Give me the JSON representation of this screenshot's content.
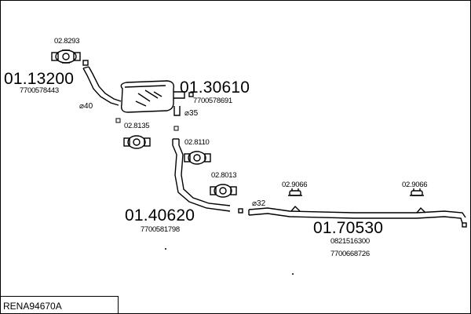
{
  "diagram": {
    "title": "RENA94670A",
    "parts": [
      {
        "code": "01.13200",
        "ref": "7700578443"
      },
      {
        "code": "01.30610",
        "ref": "7700578691"
      },
      {
        "code": "01.40620",
        "ref": "7700581798"
      },
      {
        "code": "01.70530",
        "ref": "0821516300",
        "ref2": "7700668726"
      }
    ],
    "clamps": [
      "02.8293",
      "02.8135",
      "02.8110",
      "02.8013"
    ],
    "hangers": [
      "02.9066",
      "02.9066"
    ],
    "diameters": [
      "⌀40",
      "⌀35",
      "⌀32"
    ]
  }
}
